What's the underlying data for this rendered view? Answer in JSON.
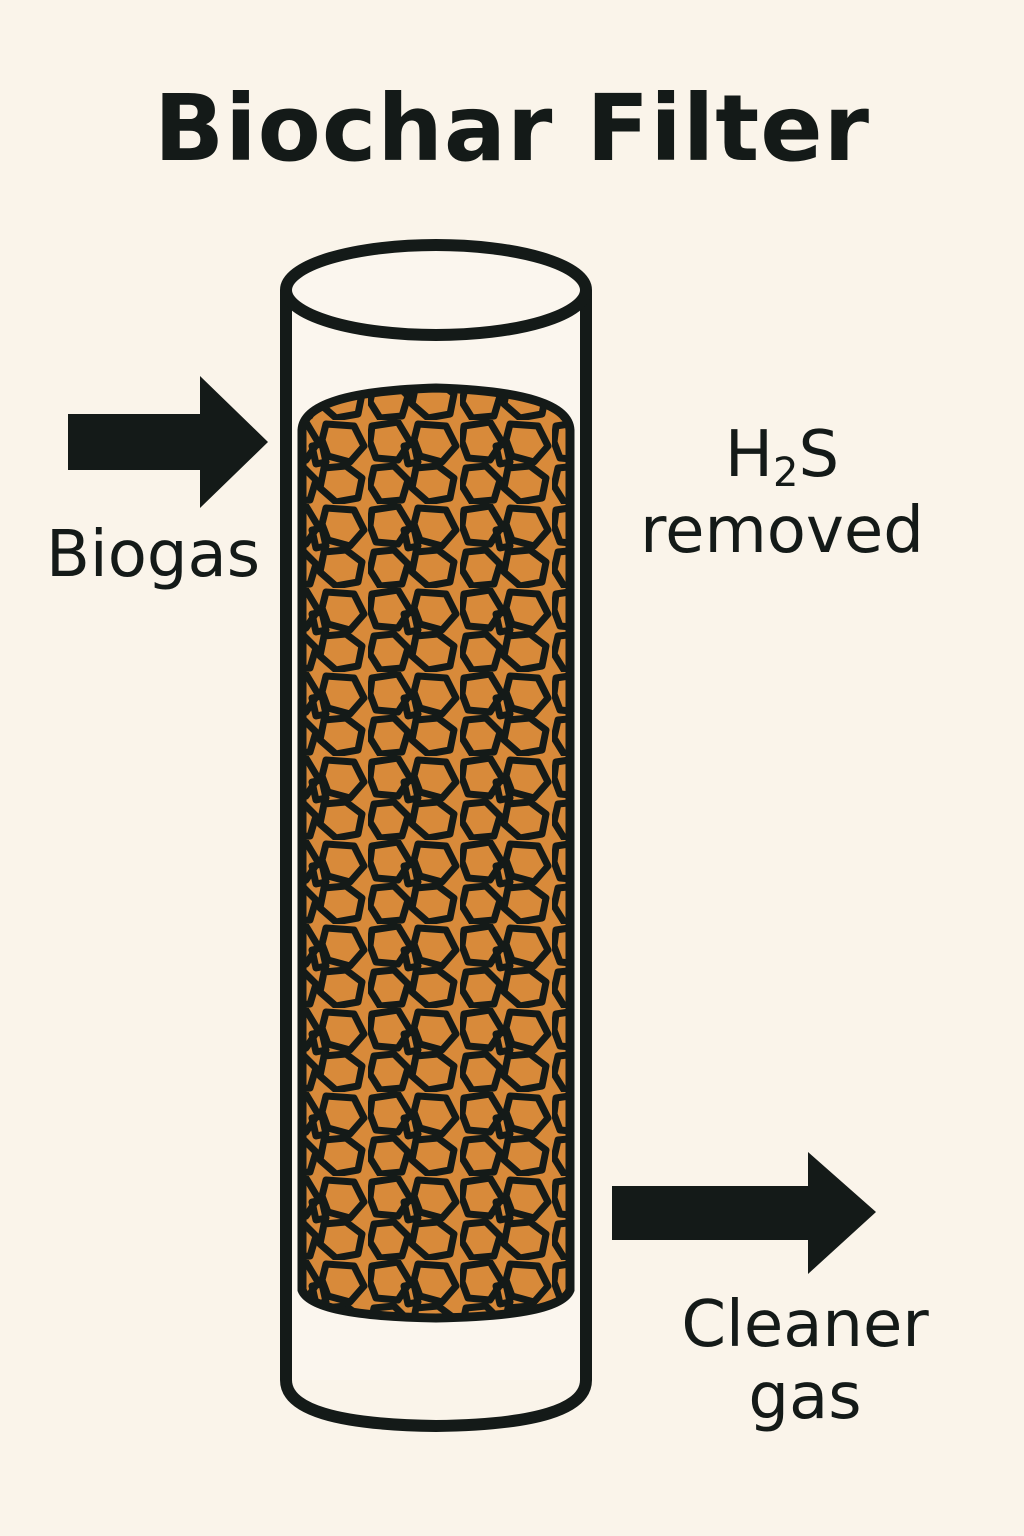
{
  "title": "Biochar Filter",
  "labels": {
    "inlet": "Biogas",
    "h2s_chem": "H",
    "h2s_sub": "2",
    "h2s_chem_tail": "S",
    "h2s_removed": "removed",
    "outlet_line1": "Cleaner",
    "outlet_line2": "gas"
  },
  "colors": {
    "background": "#faf4ea",
    "ink": "#141a18",
    "biochar": "#d88a3a",
    "column_fill": "#fbf6ee"
  },
  "icons": {
    "inlet_arrow": "arrow-right-icon",
    "outlet_arrow": "arrow-right-icon"
  }
}
